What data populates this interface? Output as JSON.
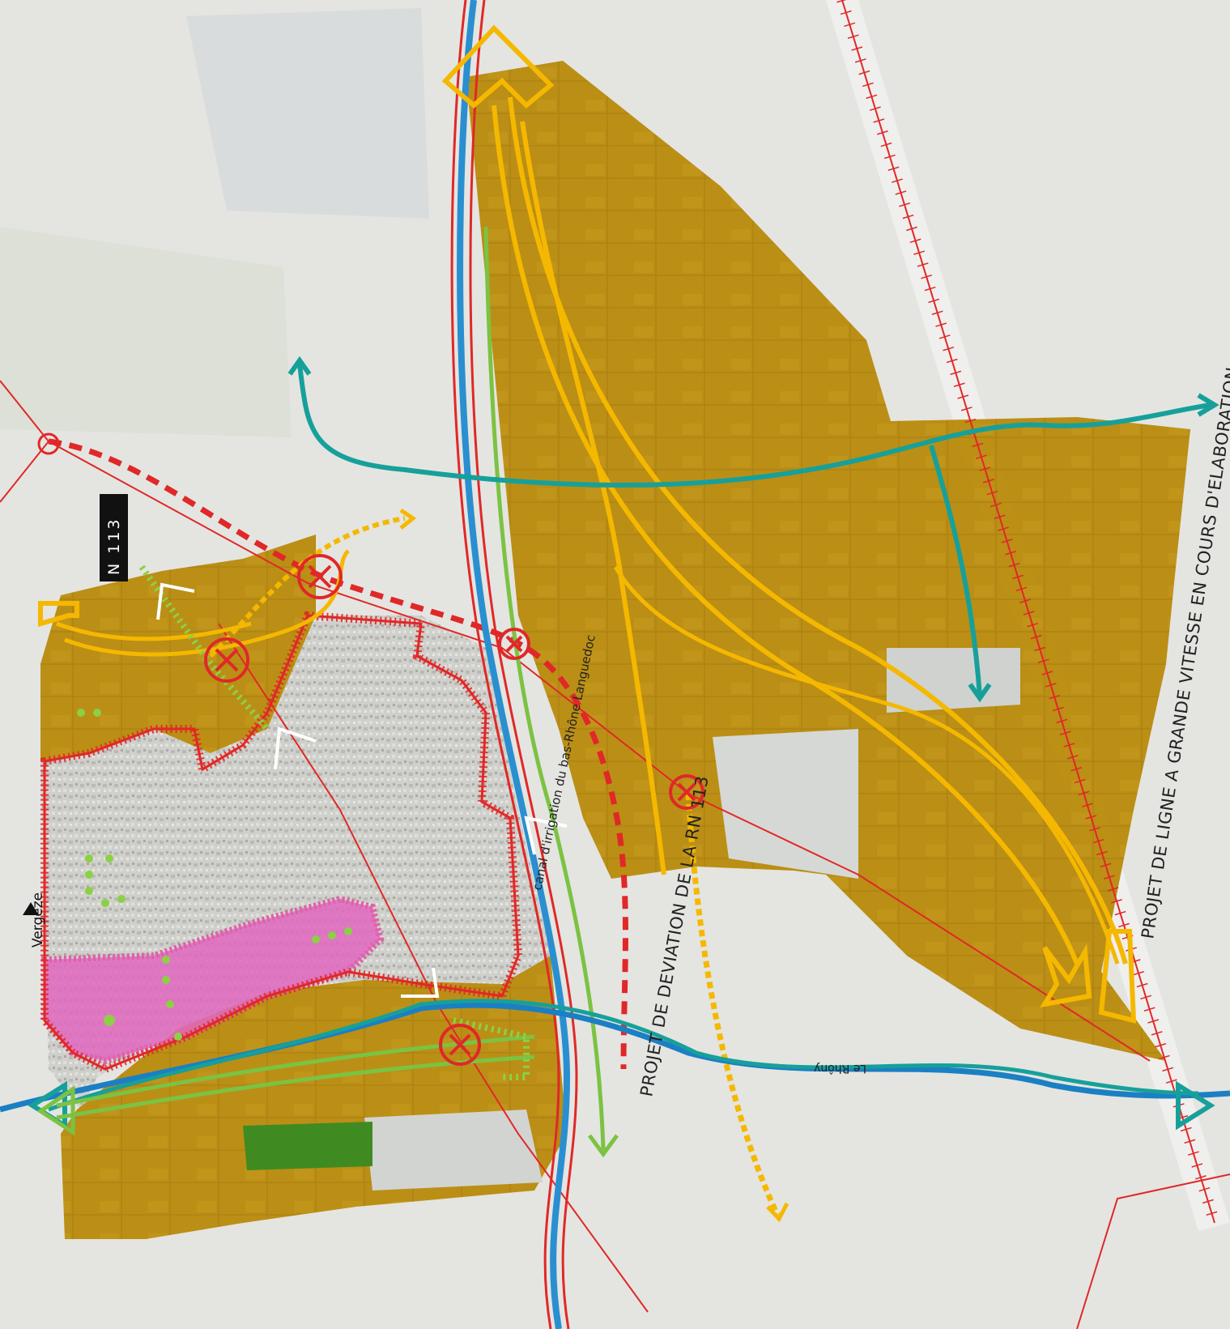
{
  "labels": {
    "road_badge": "N 113",
    "town": "Vergèze",
    "canal": "canal d'irrigation du bas-Rhône Languedoc",
    "river": "Le Rhôny",
    "deviation": "PROJET DE DEVIATION DE LA RN 113",
    "lgv": "PROJET DE LIGNE A GRANDE VITESSE EN COURS D'ELABORATION"
  },
  "colors": {
    "agricultural_zone": "#b98a0a",
    "urban_boundary": "#e02828",
    "pink_centre": "#e066c0",
    "yellow_axis": "#f5b800",
    "teal_corridor": "#17a09a",
    "green_corridor": "#7cc243",
    "road_red": "#e02828",
    "road_blue": "#2a8fd0"
  },
  "icons": {
    "conflict": "crossed-circle-icon",
    "view": "chevron-view-icon",
    "town_marker": "triangle-marker-icon"
  }
}
